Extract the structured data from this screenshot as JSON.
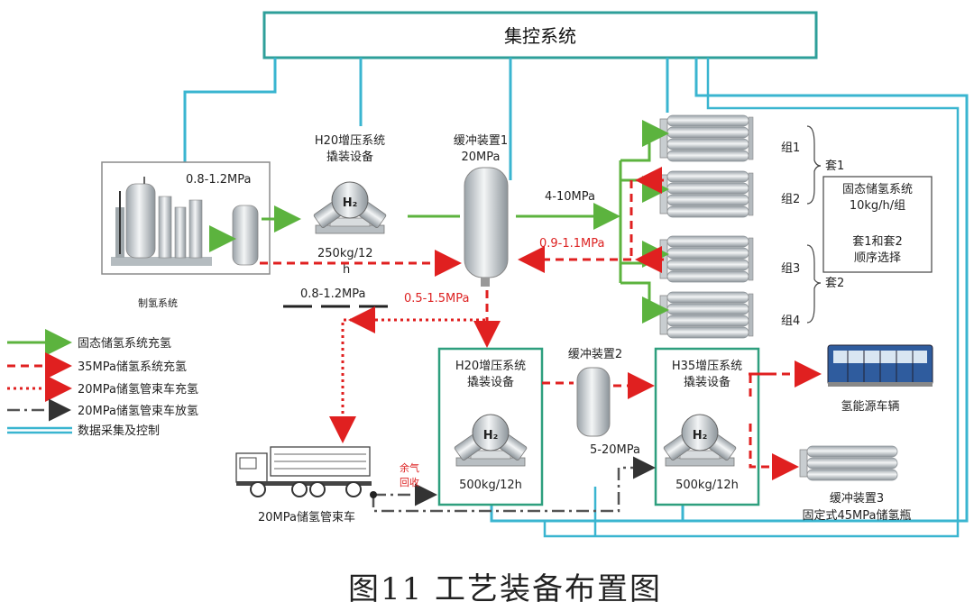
{
  "top_box": {
    "label": "集控系统"
  },
  "equipment": {
    "production": {
      "label": "制氢系统",
      "pressure": "0.8-1.2MPa"
    },
    "h20_top": {
      "label_line1": "H20增压系统",
      "label_line2": "撬装设备",
      "capacity_line1": "250kg/12",
      "capacity_line2": "h"
    },
    "buffer1": {
      "label_line1": "缓冲装置1",
      "label_line2": "20MPa"
    },
    "h20_bottom": {
      "label_line1": "H20增压系统",
      "label_line2": "撬装设备",
      "capacity": "500kg/12h"
    },
    "buffer2": {
      "label": "缓冲装置2"
    },
    "h35": {
      "label_line1": "H35增压系统",
      "label_line2": "撬装设备",
      "capacity": "500kg/12h"
    },
    "tube_trailer": {
      "label": "20MPa储氢管束车"
    },
    "vehicle": {
      "label": "氢能源车辆"
    },
    "buffer3": {
      "label_line1": "缓冲装置3",
      "label_line2": "固定式45MPa储氢瓶"
    },
    "h2_symbol": "H₂"
  },
  "flow_labels": {
    "p_4_10": "4-10MPa",
    "p_09_11": "0.9-1.1MPa",
    "p_08_12_low": "0.8-1.2MPa",
    "p_05_15": "0.5-1.5MPa",
    "p_5_20": "5-20MPa",
    "recovery_line1": "余气",
    "recovery_line2": "回收"
  },
  "storage": {
    "groups": [
      "组1",
      "组2",
      "组3",
      "组4"
    ],
    "sets": [
      "套1",
      "套2"
    ],
    "info_lines": [
      "固态储氢系统",
      "10kg/h/组",
      "套1和套2",
      "顺序选择"
    ]
  },
  "legend": [
    {
      "label": "固态储氢系统充氢",
      "style": "solid-green"
    },
    {
      "label": "35MPa储氢系统充氢",
      "style": "dashed-red"
    },
    {
      "label": "20MPa储氢管束车充氢",
      "style": "dotted-red"
    },
    {
      "label": "20MPa储氢管束车放氢",
      "style": "dashdot-gray"
    },
    {
      "label": "数据采集及控制",
      "style": "double-cyan"
    }
  ],
  "colors": {
    "control": "#3ab5d0",
    "solid_fill": "#5cb33e",
    "hp_fill": "#e02020",
    "discharge": "#555555",
    "box_border": "#2e9f7e"
  },
  "caption": "图11  工艺装备布置图"
}
